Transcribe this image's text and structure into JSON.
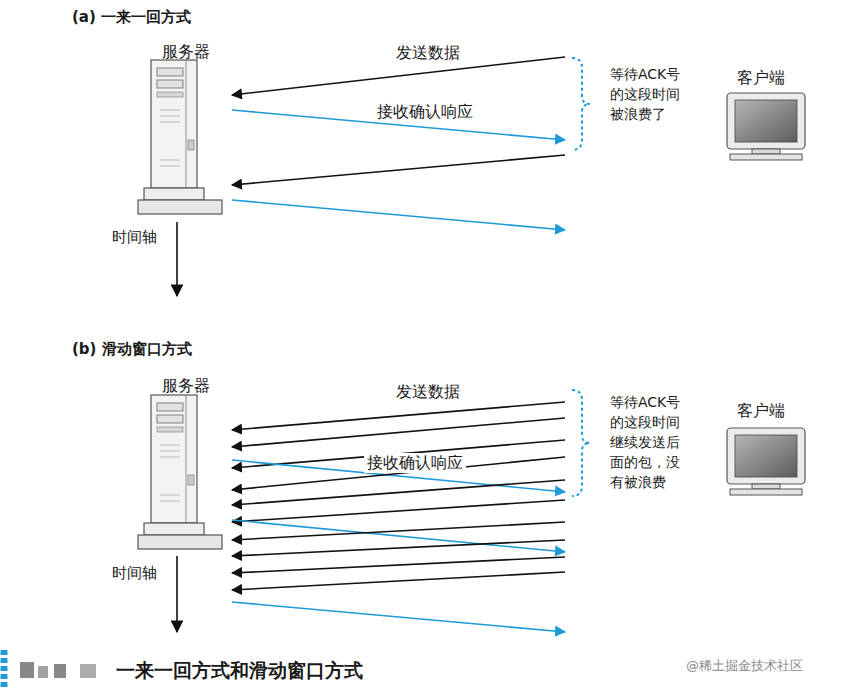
{
  "diagram": {
    "caption": "一来一回方式和滑动窗口方式",
    "nodes": [
      {
        "text": [
          "服务器"
        ]
      },
      {
        "text": [
          "客户端"
        ]
      },
      {
        "text": [
          "服务器"
        ]
      },
      {
        "text": [
          "客户端"
        ]
      }
    ],
    "edges": [
      {
        "from": 1,
        "to": 0,
        "arrow": "to",
        "label": "发送数据"
      },
      {
        "from": 0,
        "to": 1,
        "arrow": "to",
        "label": "接收确认响应"
      },
      {
        "from": 1,
        "to": 0,
        "arrow": "to"
      },
      {
        "from": 0,
        "to": 1,
        "arrow": "to"
      },
      {
        "from": 3,
        "to": 2,
        "arrow": "to",
        "label": "发送数据"
      },
      {
        "from": 3,
        "to": 2,
        "arrow": "to"
      },
      {
        "from": 3,
        "to": 2,
        "arrow": "to"
      },
      {
        "from": 2,
        "to": 3,
        "arrow": "to",
        "label": "接收确认响应"
      },
      {
        "from": 3,
        "to": 2,
        "arrow": "to"
      },
      {
        "from": 3,
        "to": 2,
        "arrow": "to"
      },
      {
        "from": 3,
        "to": 2,
        "arrow": "to"
      },
      {
        "from": 2,
        "to": 3,
        "arrow": "to"
      },
      {
        "from": 3,
        "to": 2,
        "arrow": "to"
      },
      {
        "from": 3,
        "to": 2,
        "arrow": "to"
      },
      {
        "from": 3,
        "to": 2,
        "arrow": "to"
      },
      {
        "from": 3,
        "to": 2,
        "arrow": "to"
      },
      {
        "from": 2,
        "to": 3,
        "arrow": "to"
      }
    ],
    "labels": [
      "(a) 一来一回方式",
      "等待ACK号的这段时间被浪费了",
      "时间轴",
      "(b) 滑动窗口方式",
      "等待ACK号的这段时间继续发送后面的包，没有被浪费",
      "时间轴",
      "@稀土掘金技术社区"
    ]
  }
}
